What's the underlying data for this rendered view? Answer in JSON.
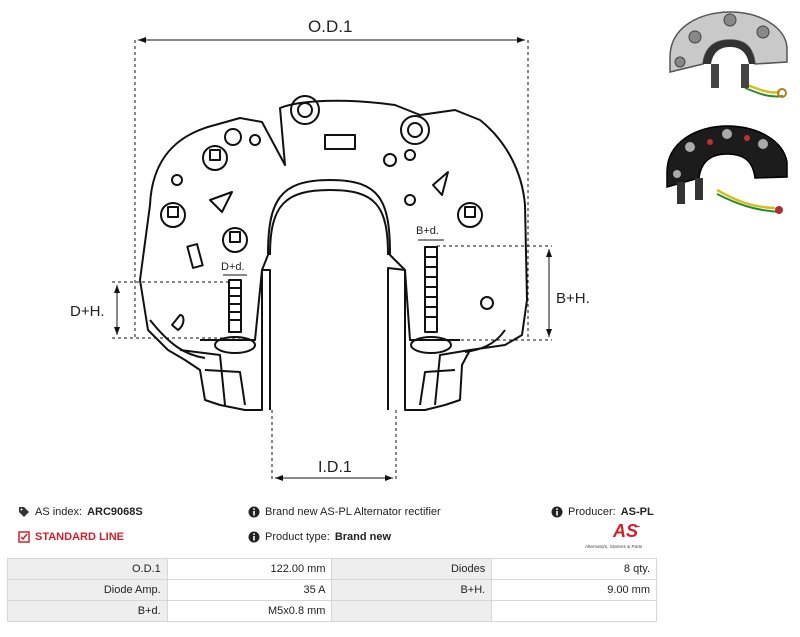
{
  "drawing": {
    "od_label": "O.D.1",
    "id_label": "I.D.1",
    "dh_label": "D+H.",
    "bh_label": "B+H.",
    "dd_label": "D+d.",
    "bd_label": "B+d."
  },
  "info": {
    "as_index_label": "AS index:",
    "as_index_value": "ARC9068S",
    "standard_line": "STANDARD LINE",
    "description": "Brand new AS-PL Alternator rectifier",
    "product_type_label": "Product type:",
    "product_type_value": "Brand new",
    "producer_label": "Producer:",
    "producer_value": "AS-PL",
    "logo_text": "AS",
    "logo_tagline": "Alternators, Starters & Parts"
  },
  "specs": [
    {
      "label": "O.D.1",
      "value": "122.00 mm",
      "label2": "Diodes",
      "value2": "8 qty."
    },
    {
      "label": "Diode Amp.",
      "value": "35 A",
      "label2": "B+H.",
      "value2": "9.00 mm"
    },
    {
      "label": "B+d.",
      "value": "M5x0.8 mm",
      "label2": "",
      "value2": ""
    }
  ],
  "colors": {
    "accent": "#d0202a",
    "line": "#111111",
    "photo_bg": "#ffffff"
  },
  "icons": [
    "tag-icon",
    "check-square-icon",
    "info-icon",
    "info-icon",
    "info-icon"
  ]
}
